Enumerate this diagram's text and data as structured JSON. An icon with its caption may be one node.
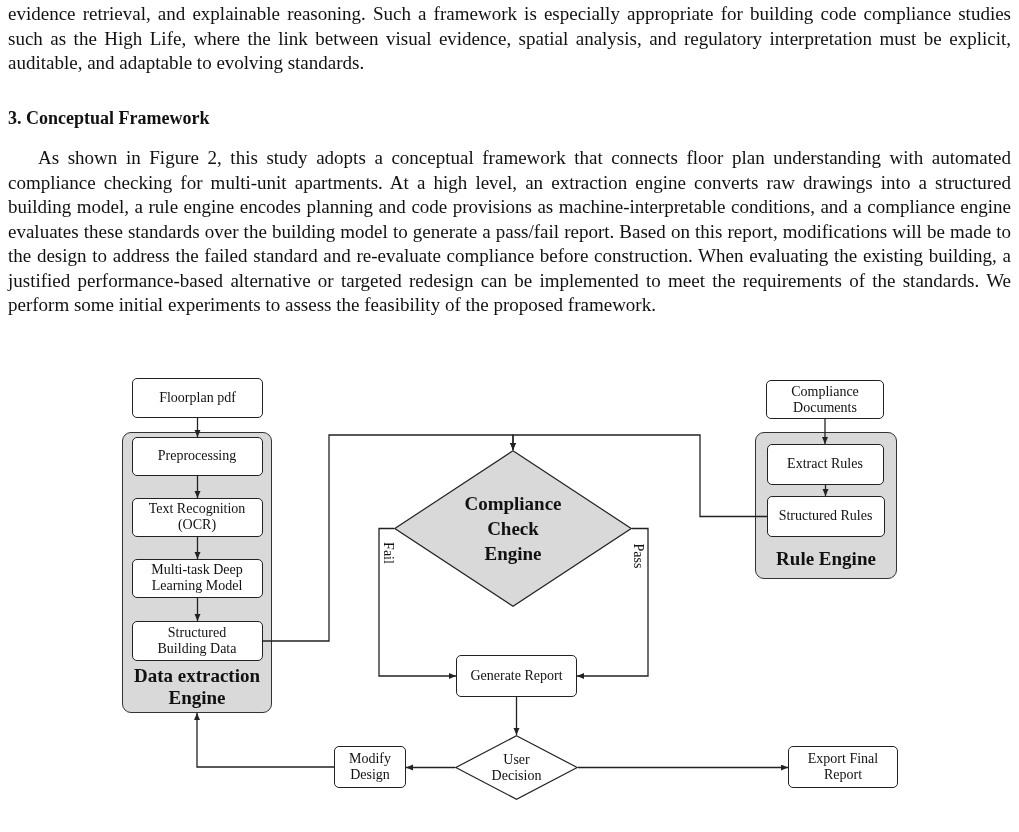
{
  "diagram": {
    "nodes": [
      {
        "text": [
          "Floorplan pdf"
        ]
      },
      {
        "text": [
          "Data extraction Engine"
        ]
      },
      {
        "text": [
          "Preprocessing"
        ],
        "in": 1
      },
      {
        "text": [
          "Text Recognition (OCR)"
        ],
        "in": 1
      },
      {
        "text": [
          "Multi-task Deep Learning Model"
        ],
        "in": 1
      },
      {
        "text": [
          "Structured Building Data"
        ],
        "in": 1
      },
      {
        "text": [
          "Compliance Check Engine"
        ]
      },
      {
        "text": [
          "Compliance Documents"
        ]
      },
      {
        "text": [
          "Rule Engine"
        ]
      },
      {
        "text": [
          "Extract Rules"
        ],
        "in": 8
      },
      {
        "text": [
          "Structured Rules"
        ],
        "in": 8
      },
      {
        "text": [
          "Generate Report"
        ]
      },
      {
        "text": [
          "User Decision"
        ]
      },
      {
        "text": [
          "Modify Design"
        ]
      },
      {
        "text": [
          "Export Final Report"
        ]
      }
    ],
    "edges": [
      {
        "from": 0,
        "to": 2,
        "arrow": "to"
      },
      {
        "from": 2,
        "to": 3,
        "arrow": "to"
      },
      {
        "from": 3,
        "to": 4,
        "arrow": "to"
      },
      {
        "from": 4,
        "to": 5,
        "arrow": "to"
      },
      {
        "from": 5,
        "to": 6,
        "arrow": "to"
      },
      {
        "from": 7,
        "to": 9,
        "arrow": "to"
      },
      {
        "from": 9,
        "to": 10,
        "arrow": "to"
      },
      {
        "from": 10,
        "to": 6,
        "arrow": "to"
      },
      {
        "from": 6,
        "to": 11,
        "label": "Fail",
        "arrow": "to"
      },
      {
        "from": 6,
        "to": 11,
        "label": "Pass",
        "arrow": "to"
      },
      {
        "from": 11,
        "to": 12,
        "arrow": "to"
      },
      {
        "from": 12,
        "to": 13,
        "arrow": "to"
      },
      {
        "from": 12,
        "to": 14,
        "arrow": "to"
      },
      {
        "from": 13,
        "to": 1,
        "arrow": "to"
      }
    ],
    "labels": [
      "evidence retrieval, and explainable reasoning. Such a framework is especially appropriate for building code compliance studies such as the High Life, where the link between visual evidence, spatial analysis, and regulatory interpretation must be explicit, auditable, and adaptable to evolving standards.",
      "3. Conceptual Framework",
      "As shown in Figure 2, this study adopts a conceptual framework that connects floor plan understanding with automated compliance checking for multi-unit apartments. At a high level, an extraction engine converts raw drawings into a structured building model, a rule engine encodes planning and code provisions as machine-interpretable conditions, and a compliance engine evaluates these standards over the building model to generate a pass/fail report. Based on this report, modifications will be made to the design to address the failed standard and re-evaluate compliance before construction. When evaluating the existing building, a justified performance-based alternative or targeted redesign can be implemented to meet the requirements of the standards. We perform some initial experiments to assess the feasibility of the proposed framework."
    ]
  }
}
